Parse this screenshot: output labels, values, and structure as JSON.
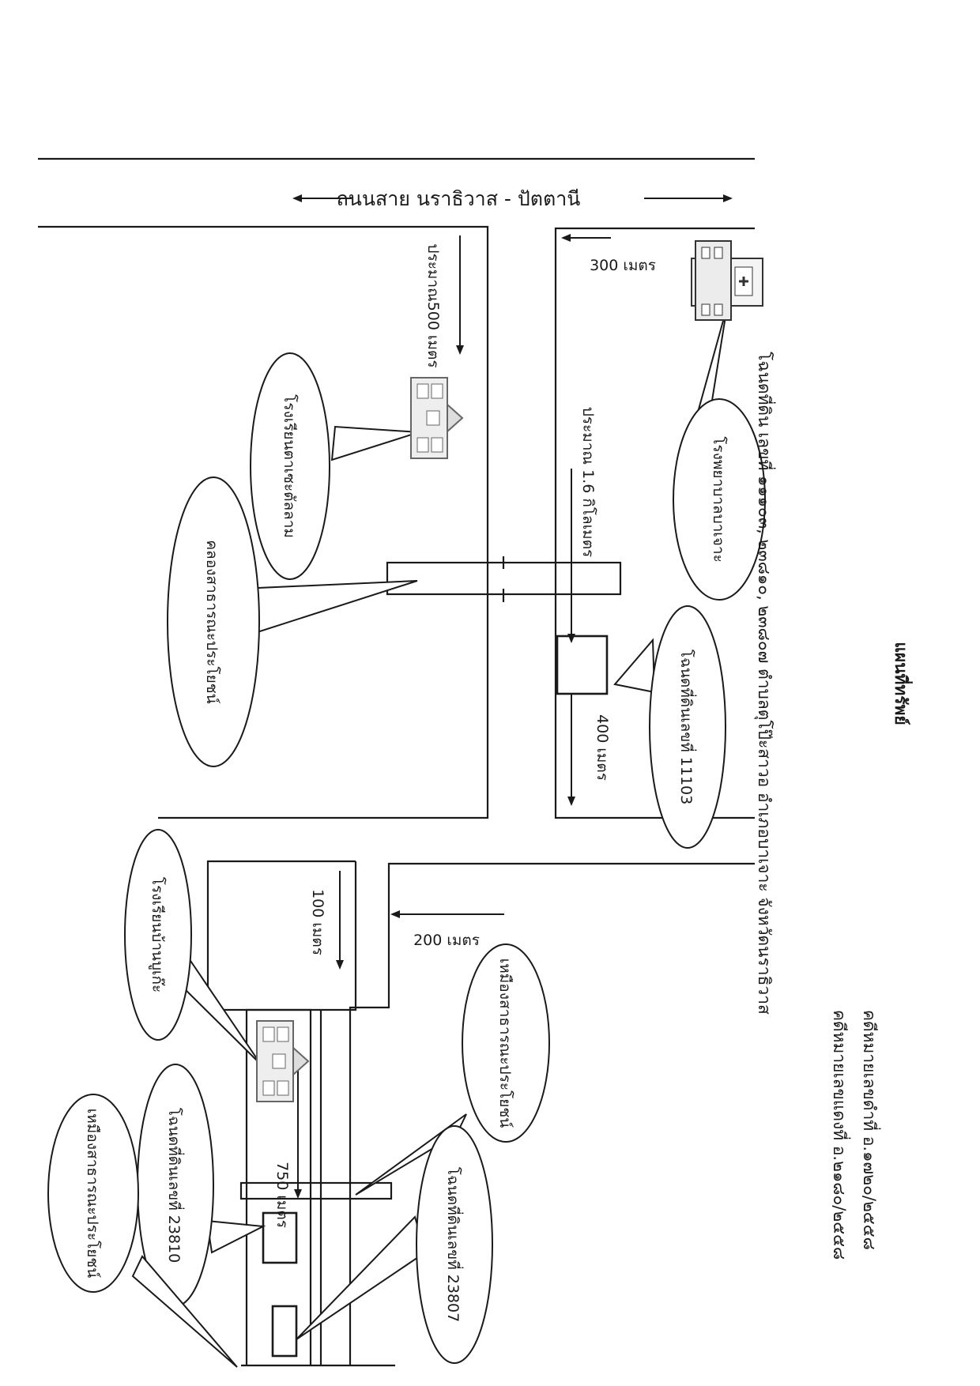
{
  "road_title": "ถนนสาย นราธิวาส - ปัตตานี",
  "map_title": "แผนที่ทรัพย์",
  "location_text": "โฉนดที่ดิน เลขที่ ๑๑๑๐๓, ๒๓๘๑๐, ๒๓๘๐๗ ตำบลตุโป๊ะสาวอ อำเภอบาเจาะ จังหวัดนราธิวาส",
  "case_black": "คดีหมายเลขดำที่ อ.๑๗๒๐/๒๕๕๘",
  "case_red": "คดีหมายเลขแดงที่ อ.๒๑๘๐/๒๕๕๘",
  "distances": {
    "d300": "300 เมตร",
    "d500": "ประมาณ500 เมตร",
    "d16km": "ประมาณ 1.6 กิโลเมตร",
    "d400": "400 เมตร",
    "d100": "100 เมตร",
    "d200": "200 เมตร",
    "d750": "750 เมตร"
  },
  "bubbles": {
    "hospital": "โรงพยาบาลบาเจาะ",
    "school1": "โรงเรียนตาเซะตัลลาม",
    "canal1": "คลองสาธารณะประโยชน์",
    "plot11103": "โฉนดที่ดินเลขที่ 11103",
    "school2": "โรงเรียนบ้านบูเก๊ะ",
    "public1": "เหมืองสาธารณะประโยชน์",
    "plot23810": "โฉนดที่ดินเลขที่ 23810",
    "plot23807": "โฉนดที่ดินเลขที่ 23807",
    "public2": "เหมืองสาธารณะประโยชน์"
  },
  "icons": [
    "hospital-icon",
    "school-icon",
    "school-icon"
  ]
}
